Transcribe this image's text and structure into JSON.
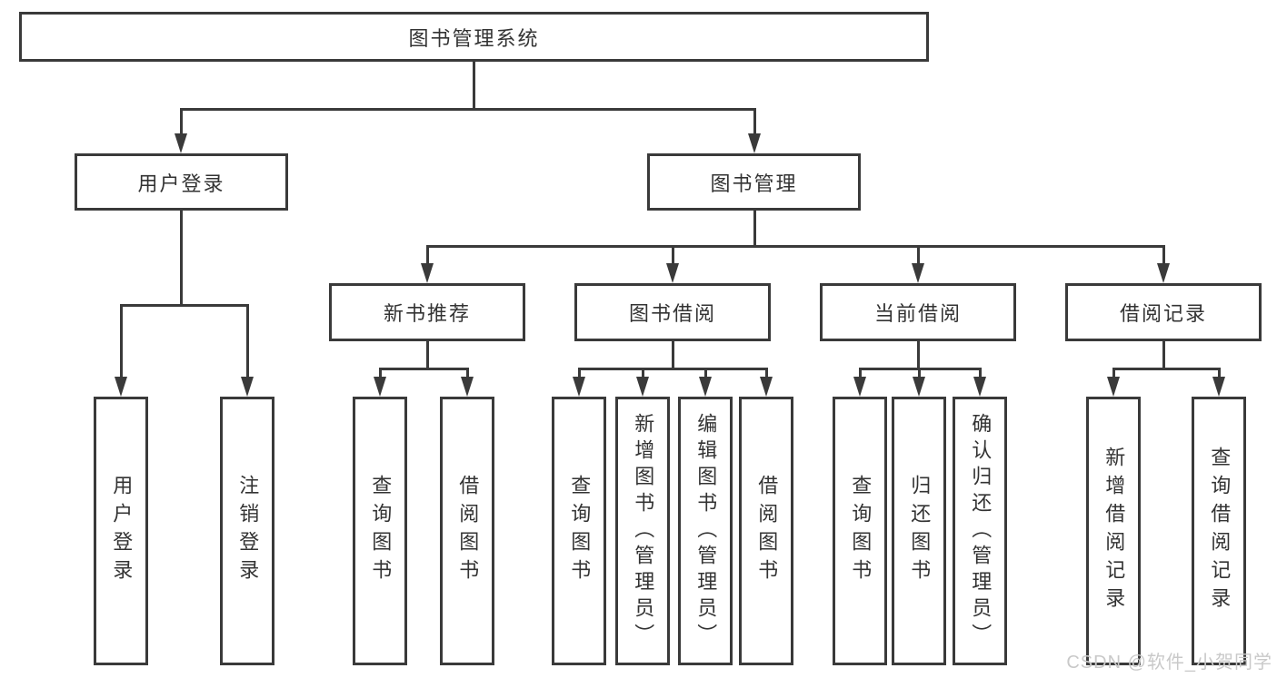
{
  "meta": {
    "type": "hierarchy-diagram",
    "language": "zh-CN"
  },
  "tree": {
    "root": {
      "label": "图书管理系统"
    },
    "children": [
      {
        "label": "用户登录",
        "children": [
          {
            "label": "用户登录"
          },
          {
            "label": "注销登录"
          }
        ]
      },
      {
        "label": "图书管理",
        "children": [
          {
            "label": "新书推荐",
            "children": [
              {
                "label": "查询图书"
              },
              {
                "label": "借阅图书"
              }
            ]
          },
          {
            "label": "图书借阅",
            "children": [
              {
                "label": "查询图书"
              },
              {
                "label": "新增图书（管理员）"
              },
              {
                "label": "编辑图书（管理员）"
              },
              {
                "label": "借阅图书"
              }
            ]
          },
          {
            "label": "当前借阅",
            "children": [
              {
                "label": "查询图书"
              },
              {
                "label": "归还图书"
              },
              {
                "label": "确认归还（管理员）"
              }
            ]
          },
          {
            "label": "借阅记录",
            "children": [
              {
                "label": "新增借阅记录"
              },
              {
                "label": "查询借阅记录"
              }
            ]
          }
        ]
      }
    ]
  },
  "watermark": {
    "text": "CSDN @软件_小贺同学"
  },
  "colors": {
    "line": "#3a3a3a",
    "text": "#333333",
    "watermark": "#c9c9c9",
    "background": "#ffffff"
  }
}
